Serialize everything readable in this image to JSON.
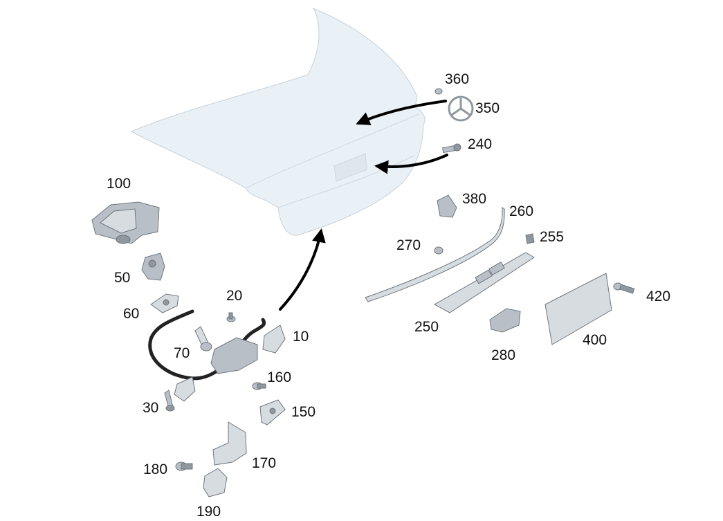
{
  "labels": {
    "p10": "10",
    "p20": "20",
    "p30": "30",
    "p50": "50",
    "p60": "60",
    "p70": "70",
    "p100": "100",
    "p150": "150",
    "p160": "160",
    "p170": "170",
    "p180": "180",
    "p190": "190",
    "p240": "240",
    "p250": "250",
    "p255": "255",
    "p260": "260",
    "p270": "270",
    "p280": "280",
    "p350": "350",
    "p360": "360",
    "p380": "380",
    "p400": "400",
    "p420": "420"
  },
  "colors": {
    "lid": "#e9f0f6",
    "part_light": "#d7dce1",
    "part_mid": "#b8bfc6",
    "part_dark": "#8f979f",
    "arrow": "#000000"
  }
}
